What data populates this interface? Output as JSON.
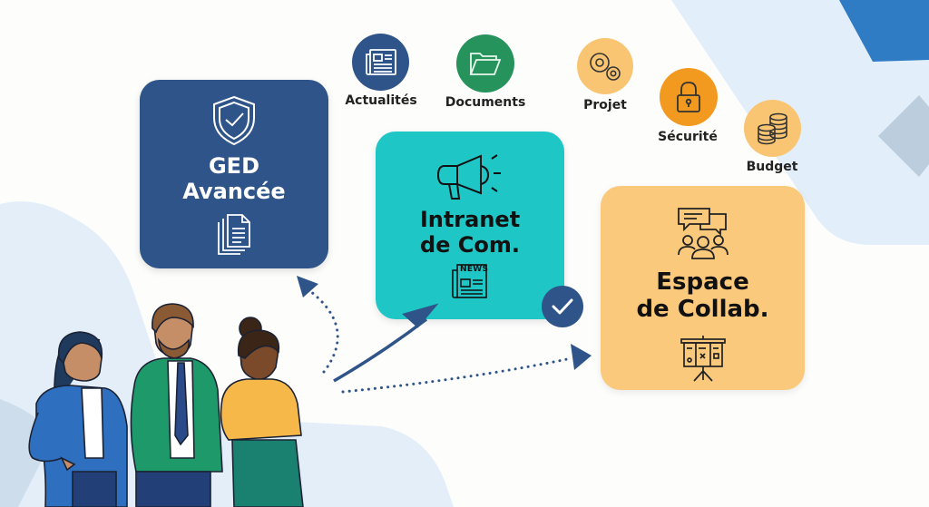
{
  "colors": {
    "navy": "#2f5489",
    "teal": "#1fc6c6",
    "peach": "#fbc97c",
    "green": "#26935c",
    "orange": "#f29a1f",
    "light_orange": "#f9c572",
    "bg_blue": "#e2eef9",
    "accent_blue": "#2f7cc4",
    "diamond": "#bccede",
    "arrow": "#2f5489"
  },
  "top_icons": [
    {
      "id": "actualites",
      "label": "Actualités",
      "icon": "newspaper-icon",
      "color": "#2f5489"
    },
    {
      "id": "documents",
      "label": "Documents",
      "icon": "folder-icon",
      "color": "#26935c"
    },
    {
      "id": "projet",
      "label": "Projet",
      "icon": "gears-icon",
      "color": "#f9c572"
    },
    {
      "id": "securite",
      "label": "Sécurité",
      "icon": "padlock-icon",
      "color": "#f29a1f"
    },
    {
      "id": "budget",
      "label": "Budget",
      "icon": "coins-icon",
      "color": "#f9c572"
    }
  ],
  "cards": {
    "ged": {
      "line1": "GED",
      "line2": "Avancée",
      "top_icon": "shield-check-icon",
      "bottom_icon": "documents-stack-icon"
    },
    "intranet": {
      "line1": "Intranet",
      "line2": "de Com.",
      "top_icon": "megaphone-icon",
      "bottom_icon": "news-icon",
      "badge_text": "NEWS",
      "status": "checked"
    },
    "collab": {
      "line1": "Espace",
      "line2": "de Collab.",
      "top_icon": "chat-people-icon",
      "bottom_icon": "whiteboard-icon"
    }
  },
  "people": [
    {
      "id": "woman-blue-blazer",
      "outfit": "blue blazer"
    },
    {
      "id": "man-green-blazer",
      "outfit": "green blazer with tie"
    },
    {
      "id": "woman-yellow-shirt",
      "outfit": "yellow shirt"
    }
  ],
  "arrows": [
    {
      "to": "ged",
      "style": "dotted"
    },
    {
      "to": "intranet",
      "style": "solid"
    },
    {
      "to": "collab",
      "style": "dotted"
    }
  ]
}
